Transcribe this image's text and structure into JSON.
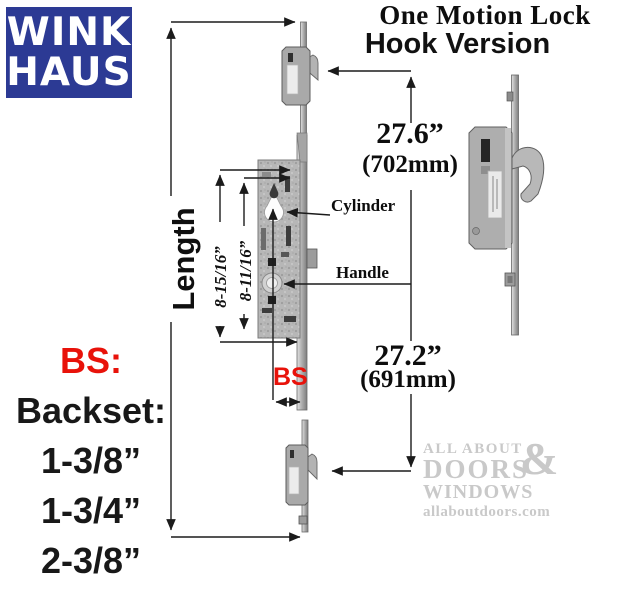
{
  "logo": {
    "line1": "WINK",
    "line2": "HAUS",
    "background_color": "#2c3a94",
    "text_color": "#ffffff"
  },
  "title": {
    "main": "One Motion Lock",
    "sub": "Hook Version"
  },
  "diagram": {
    "length_label": "Length",
    "dim_outer": "8-15/16”",
    "dim_inner": "8-11/16”",
    "upper_in": "27.6”",
    "upper_mm": "(702mm)",
    "lower_in": "27.2”",
    "lower_mm": "(691mm)",
    "cylinder_label": "Cylinder",
    "handle_label": "Handle",
    "bs_label": "BS",
    "accent_red": "#e8120a"
  },
  "backset": {
    "abbr": "BS:",
    "heading": "Backset:",
    "options": [
      "1-3/8”",
      "1-3/4”",
      "2-3/8”"
    ]
  },
  "watermark": {
    "line1": "ALL ABOUT",
    "ampersand": "&",
    "line2": "DOORS",
    "line3": "WINDOWS",
    "site": "allaboutdoors.com",
    "color": "#c9c9c9"
  }
}
